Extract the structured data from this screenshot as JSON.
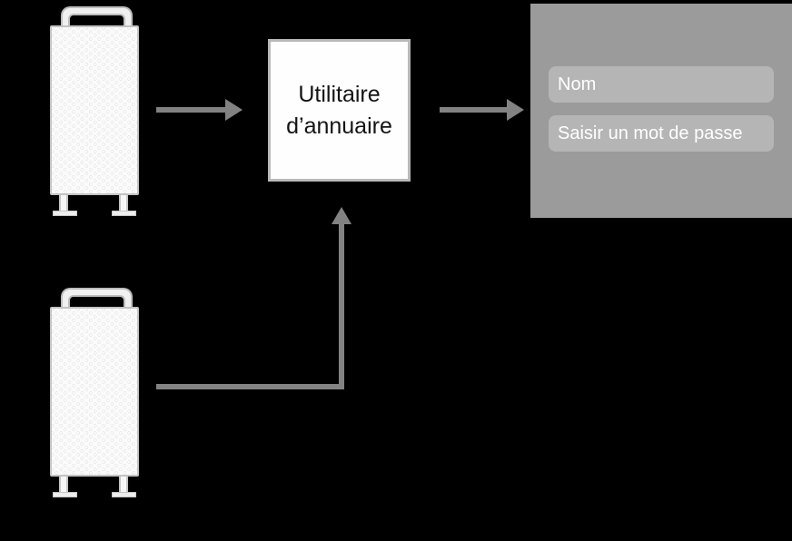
{
  "diagram": {
    "utility_box": {
      "label": "Utilitaire d’annuaire"
    },
    "login_panel": {
      "name_placeholder": "Nom",
      "password_placeholder": "Saisir un mot de passe"
    },
    "icons": {
      "server_top": "mac-pro-tower",
      "server_bottom": "mac-pro-tower",
      "arrow_server_to_utility": "arrow-right",
      "arrow_utility_to_login": "arrow-right",
      "arrow_server2_to_utility": "arrow-up-elbow"
    }
  },
  "colors": {
    "background": "#000000",
    "arrow": "#828282",
    "box-bg": "#fefefe",
    "box-border": "#b9b9b9",
    "box-text": "#141414",
    "panel-bg": "#9b9b9b",
    "field-bg": "#b5b5b5",
    "field-text": "#ffffff",
    "tower-bg": "#fbfbfb",
    "tower-border": "#c3c3c3",
    "lattice": "#dddddd"
  }
}
